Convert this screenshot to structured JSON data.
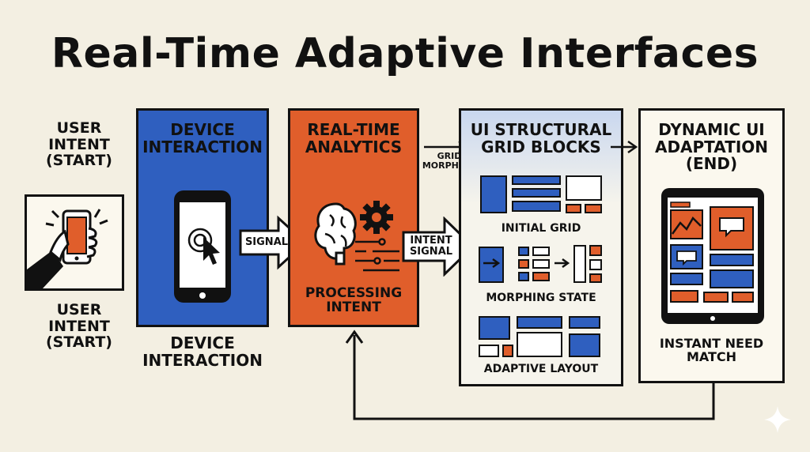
{
  "title": "Real-Time Adaptive Interfaces",
  "user_intent_top": [
    "USER",
    "INTENT",
    "(START)"
  ],
  "user_intent_bottom": [
    "USER",
    "INTENT",
    "(START)"
  ],
  "device_panel": {
    "title": [
      "DEVICE",
      "INTERACTION"
    ],
    "caption": [
      "DEVICE",
      "INTERACTION"
    ]
  },
  "analytics_panel": {
    "title": [
      "REAL-TIME",
      "ANALYTICS"
    ],
    "caption": [
      "PROCESSING",
      "INTENT"
    ]
  },
  "grid_panel": {
    "title": [
      "UI STRUCTURAL",
      "GRID BLOCKS"
    ],
    "arrow_label": [
      "GRID",
      "MORPHING"
    ],
    "stages": [
      "INITIAL GRID",
      "MORPHING STATE",
      "ADAPTIVE LAYOUT"
    ]
  },
  "dynamic_panel": {
    "title": [
      "DYNAMIC UI",
      "ADAPTATION",
      "(END)"
    ],
    "caption": [
      "INSTANT NEED",
      "MATCH"
    ]
  },
  "arrows": {
    "signal": "SIGNAL",
    "intent_signal": [
      "INTENT",
      "SIGNAL"
    ]
  },
  "colors": {
    "background": "#f3efe2",
    "blue": "#2f5fbf",
    "orange": "#e05e2b",
    "ink": "#111111"
  },
  "icons": [
    "hand-phone-icon",
    "phone-tap-icon",
    "brain-icon",
    "gear-icon",
    "tablet-icon",
    "sparkle-icon"
  ]
}
